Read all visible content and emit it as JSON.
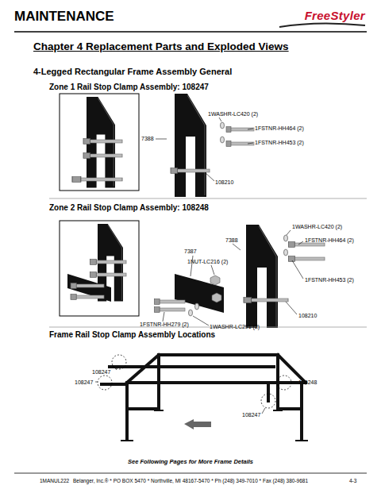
{
  "diagram": {
    "title": "MAINTENANCE",
    "labels": [
      "FreeStyler",
      "Chapter 4 Replacement Parts and Exploded Views",
      "4-Legged Rectangular Frame Assembly General",
      "Zone 1 Rail Stop Clamp Assembly: 108247",
      "1WASHR-LC420 (2)",
      "1FSTNR-HH464 (2)",
      "7388",
      "1FSTNR-HH453 (2)",
      "108210",
      "Zone 2 Rail Stop Clamp Assembly: 108248",
      "1WASHR-LC420 (2)",
      "7388",
      "1FSTNR-HH464 (2)",
      "7387",
      "1NUT-LC216 (2)",
      "1FSTNR-HH453 (2)",
      "108210",
      "1FSTNR-HH279 (2)",
      "1WASHR-LC291 (2)",
      "Frame Rail Stop Clamp Assembly Locations",
      "108247",
      "108247",
      "108248",
      "108247",
      "See Following Pages for More Frame Details",
      "1MANUL222",
      "Belanger, Inc.® * PO BOX 5470 * Northville, MI 48167-5470 * Ph (248) 349-7010 * Fax (248) 380-9681",
      "4-3"
    ]
  }
}
